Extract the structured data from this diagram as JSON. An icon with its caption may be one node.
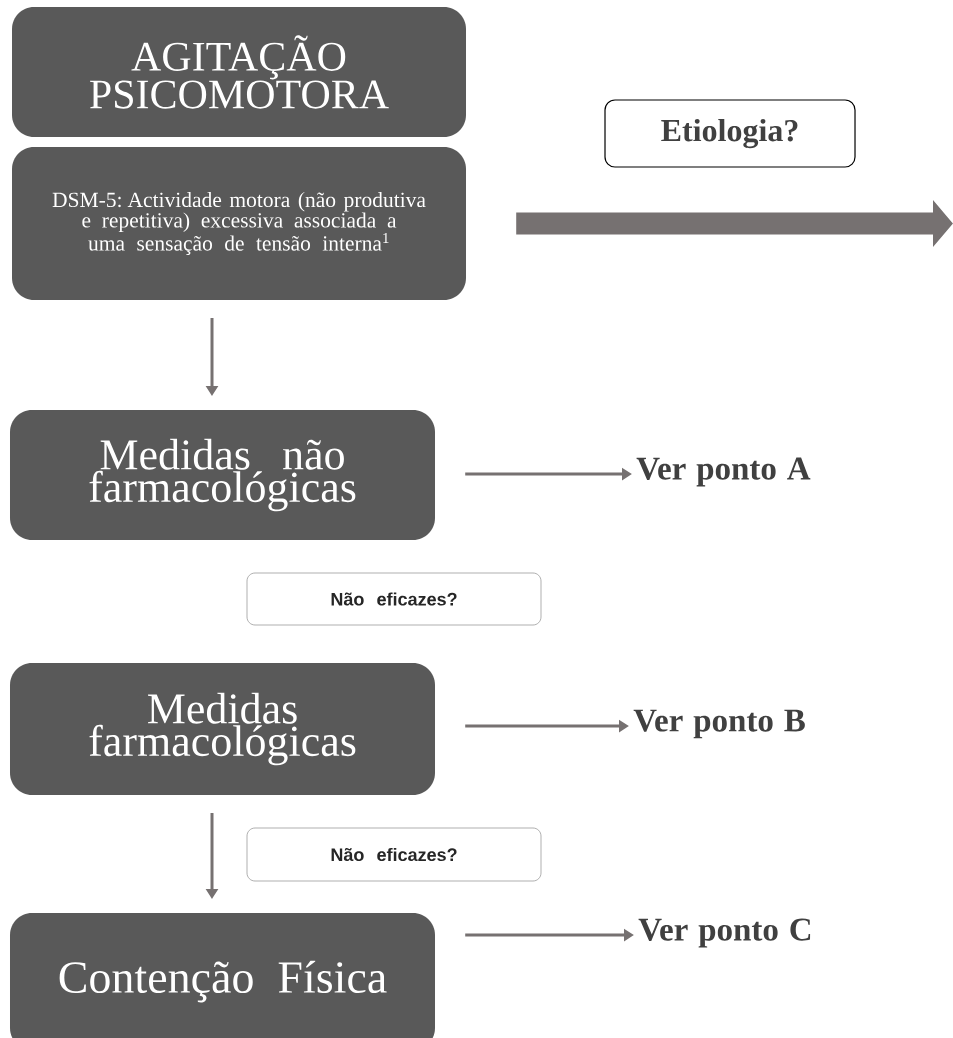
{
  "diagram": {
    "nodes": [
      {
        "text": [
          "AGITAÇÃO PSICOMOTORA"
        ]
      },
      {
        "text": [
          "DSM-5: Actividade motora (não produtiva e repetitiva) excessiva associada a uma sensação de tensão interna$^{1}$"
        ]
      },
      {
        "text": [
          "Etiologia?"
        ]
      },
      {
        "text": [
          "Medidas não farmacológicas"
        ]
      },
      {
        "text": [
          "Ver ponto A"
        ]
      },
      {
        "text": [
          "Não eficazes?"
        ]
      },
      {
        "text": [
          "Medidas farmacológicas"
        ]
      },
      {
        "text": [
          "Ver ponto B"
        ]
      },
      {
        "text": [
          "Não eficazes?"
        ]
      },
      {
        "text": [
          "Contenção Física"
        ]
      },
      {
        "text": [
          "Ver ponto C"
        ]
      }
    ],
    "edges": [
      {
        "from": 1,
        "to": null,
        "arrow": "to",
        "style": "thick"
      },
      {
        "from": 1,
        "to": 3,
        "arrow": "to"
      },
      {
        "from": 3,
        "to": 4,
        "arrow": "to"
      },
      {
        "from": 6,
        "to": 7,
        "arrow": "to"
      },
      {
        "from": 6,
        "to": 9,
        "arrow": "to"
      },
      {
        "from": 9,
        "to": 10,
        "arrow": "to"
      }
    ]
  }
}
